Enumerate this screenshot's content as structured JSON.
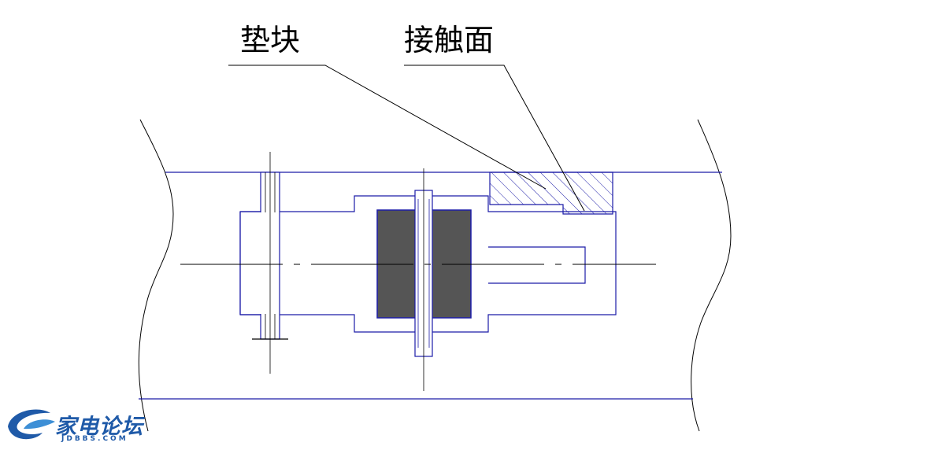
{
  "labels": {
    "spacer": "垫块",
    "contact_face": "接触面"
  },
  "watermark": {
    "title": "家电论坛",
    "subtitle": "JDBBS.COM"
  },
  "colors": {
    "outline": "#1c1ca8",
    "leader": "#000000",
    "centerline": "#000000",
    "core_fill": "#555555",
    "hatch": "#1c1ca8",
    "watermark": "#1f5aa8"
  }
}
